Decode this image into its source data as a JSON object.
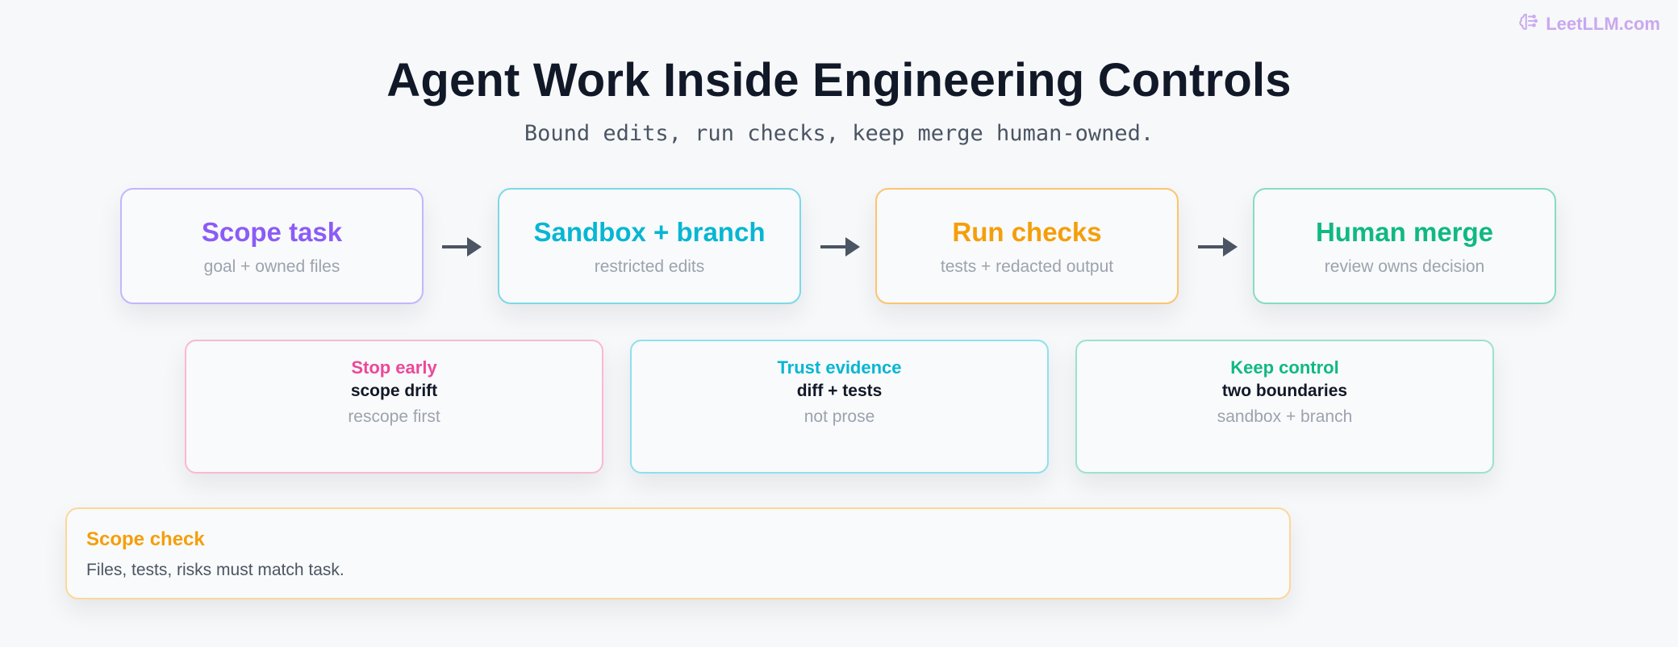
{
  "brand": {
    "icon": "brain-icon",
    "text": "LeetLLM.com",
    "color": "#c9a8ef"
  },
  "title": "Agent Work Inside Engineering Controls",
  "subtitle": "Bound edits, run checks, keep merge human-owned.",
  "steps": [
    {
      "title": "Scope task",
      "subtitle": "goal + owned files",
      "color": "#8b5cf6",
      "border": "#c4b5fd"
    },
    {
      "title": "Sandbox + branch",
      "subtitle": "restricted edits",
      "color": "#06b6d4",
      "border": "#7dd8e8"
    },
    {
      "title": "Run checks",
      "subtitle": "tests + redacted output",
      "color": "#f59e0b",
      "border": "#fcc46e"
    },
    {
      "title": "Human merge",
      "subtitle": "review owns decision",
      "color": "#10b981",
      "border": "#86dcc0"
    }
  ],
  "arrow_icon": "arrow-right-icon",
  "arrow_color": "#4b5563",
  "cards": [
    {
      "title": "Stop early",
      "subtitle": "scope drift",
      "note": "rescope first",
      "color": "#ec4899",
      "border": "#f9b8d3"
    },
    {
      "title": "Trust evidence",
      "subtitle": "diff + tests",
      "note": "not prose",
      "color": "#06b6d4",
      "border": "#8ee0ec"
    },
    {
      "title": "Keep control",
      "subtitle": "two boundaries",
      "note": "sandbox + branch",
      "color": "#10b981",
      "border": "#9be3c9"
    }
  ],
  "scope_check": {
    "title": "Scope check",
    "body": "Files, tests, risks must match task."
  }
}
